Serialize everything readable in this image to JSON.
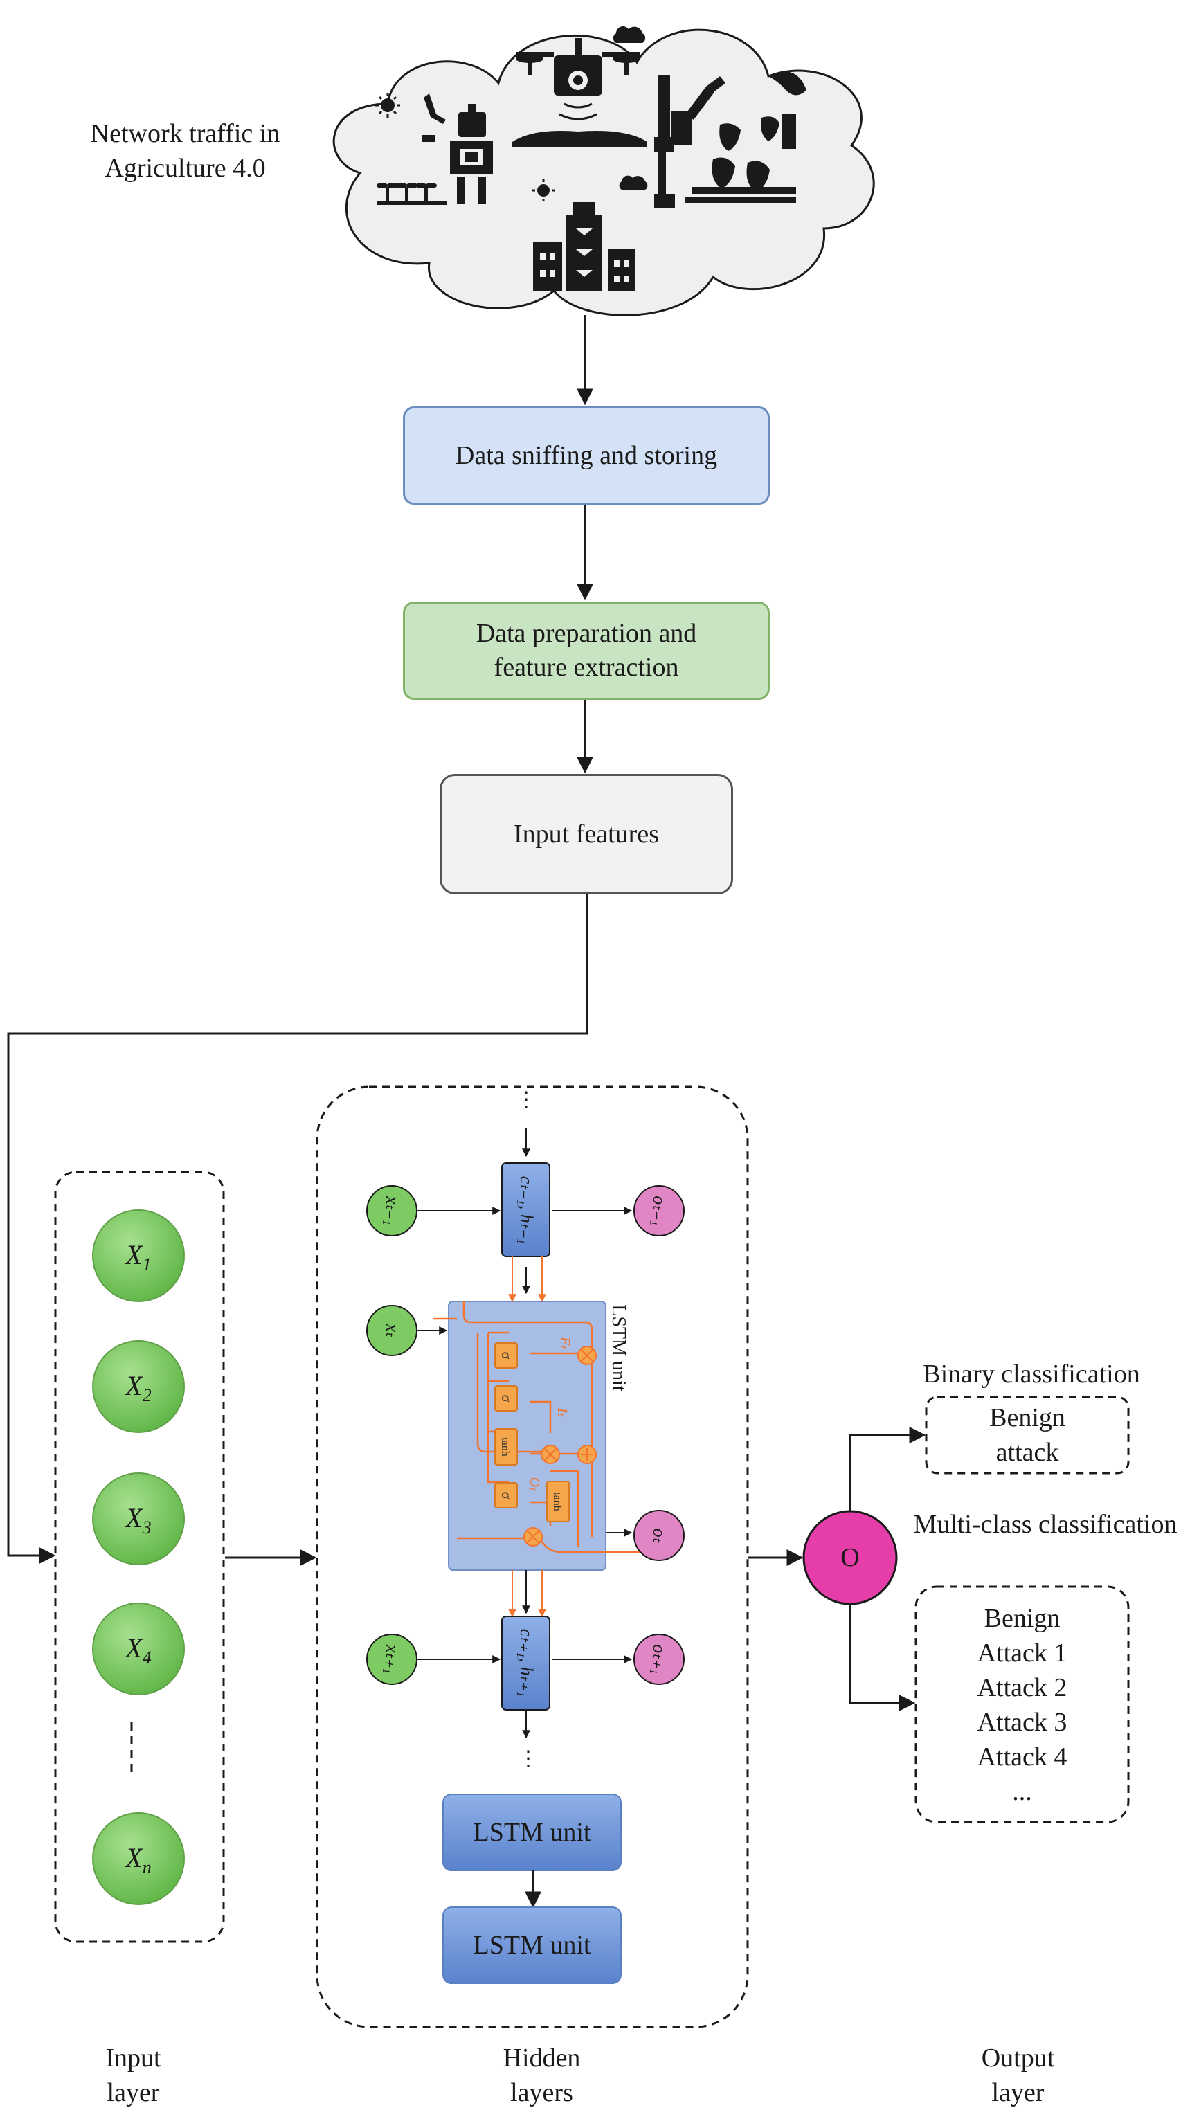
{
  "source": {
    "label_line1": "Network traffic in",
    "label_line2": "Agriculture 4.0"
  },
  "pipeline": {
    "step1": "Data sniffing and storing",
    "step2_line1": "Data preparation and",
    "step2_line2": "feature extraction",
    "step3": "Input features"
  },
  "input_layer": {
    "nodes": [
      "X1",
      "X2",
      "X3",
      "X4",
      "Xn"
    ],
    "caption_line1": "Input",
    "caption_line2": "layer"
  },
  "hidden_layers": {
    "lstm_label": "LSTM unit",
    "extra_units": [
      "LSTM unit",
      "LSTM unit"
    ],
    "caption_line1": "Hidden",
    "caption_line2": "layers"
  },
  "output": {
    "node": "O",
    "binary_title": "Binary classification",
    "binary_items": [
      "Benign",
      "attack"
    ],
    "multi_title": "Multi-class classification",
    "multi_items": [
      "Benign",
      "Attack 1",
      "Attack 2",
      "Attack 3",
      "Attack 4",
      "..."
    ],
    "caption_line1": "Output",
    "caption_line2": "layer"
  },
  "colors": {
    "blue_fill": "#d4e2f7",
    "blue_stroke": "#6c8ebf",
    "green_fill": "#c9e4c2",
    "green_stroke": "#82b366",
    "gray_fill": "#f2f2f2",
    "node_green": "#7ecb63",
    "node_pink": "#e086c4",
    "output_magenta": "#e53ea9",
    "lstm_blue": "#6f95d8",
    "accent_orange": "#f2742e"
  }
}
